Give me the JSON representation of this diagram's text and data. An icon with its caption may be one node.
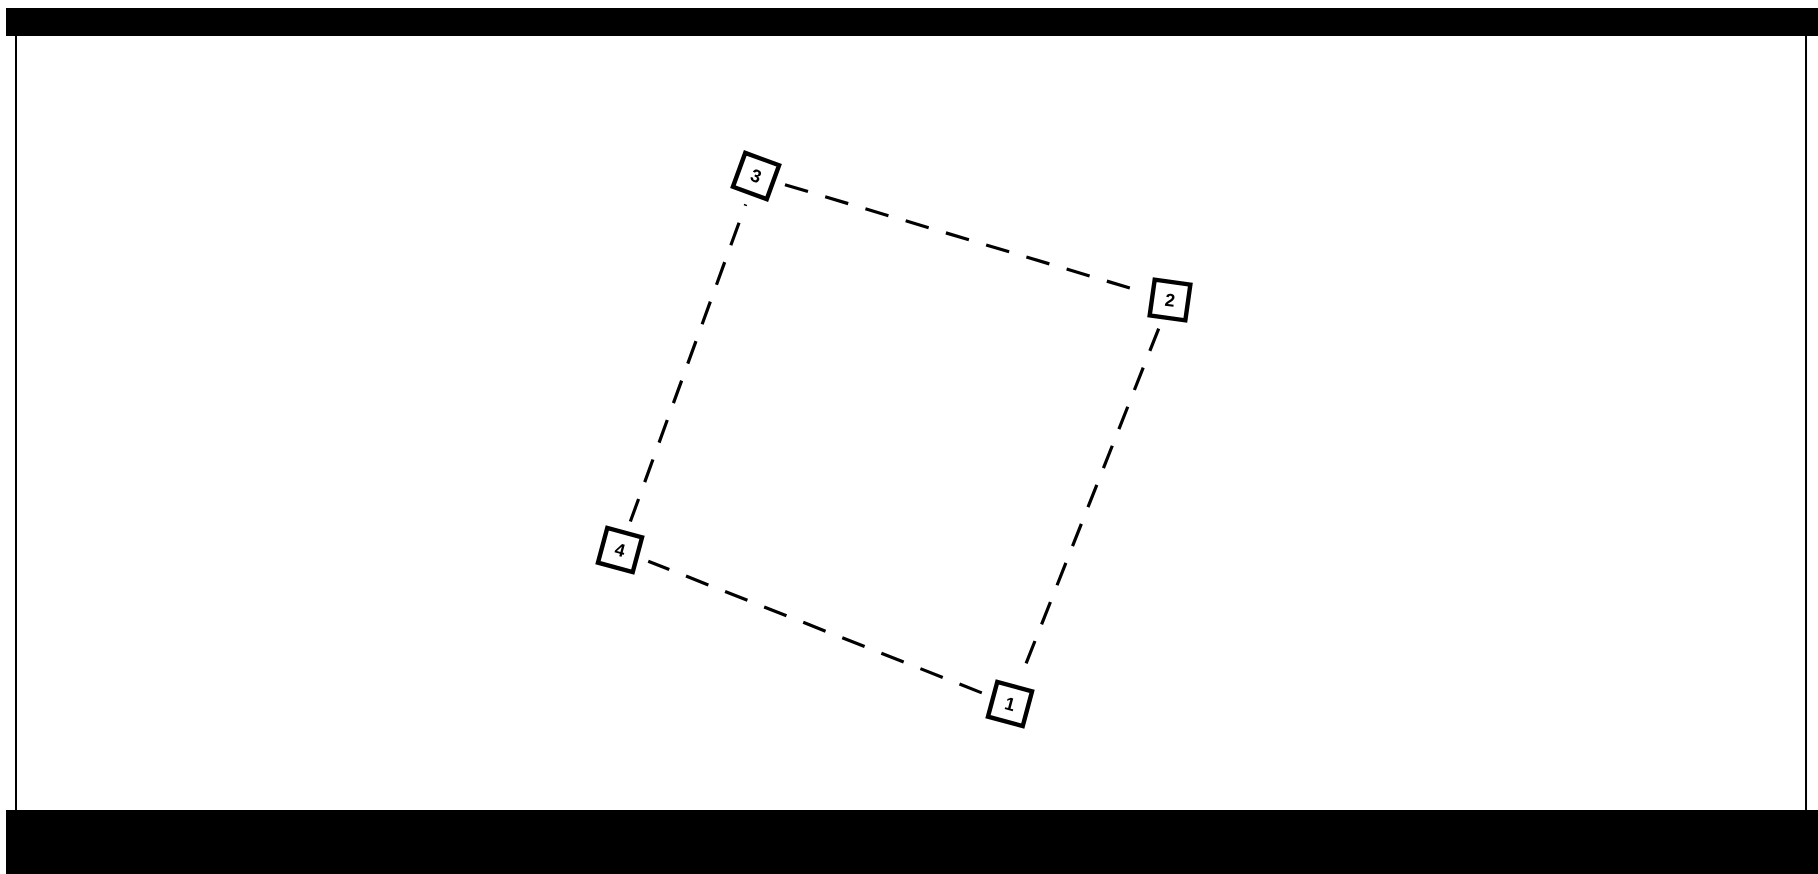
{
  "diagram": {
    "nodes": [
      {
        "text": [
          "3"
        ]
      },
      {
        "text": [
          "2"
        ]
      },
      {
        "text": [
          "4"
        ]
      },
      {
        "text": [
          "1"
        ]
      }
    ],
    "edges": [
      {
        "from": 0,
        "to": 1,
        "arrow": "none",
        "style": "dashed"
      },
      {
        "from": 1,
        "to": 3,
        "arrow": "none",
        "style": "dashed"
      },
      {
        "from": 3,
        "to": 2,
        "arrow": "none",
        "style": "dashed"
      },
      {
        "from": 2,
        "to": 0,
        "arrow": "none",
        "style": "dashed"
      }
    ]
  }
}
